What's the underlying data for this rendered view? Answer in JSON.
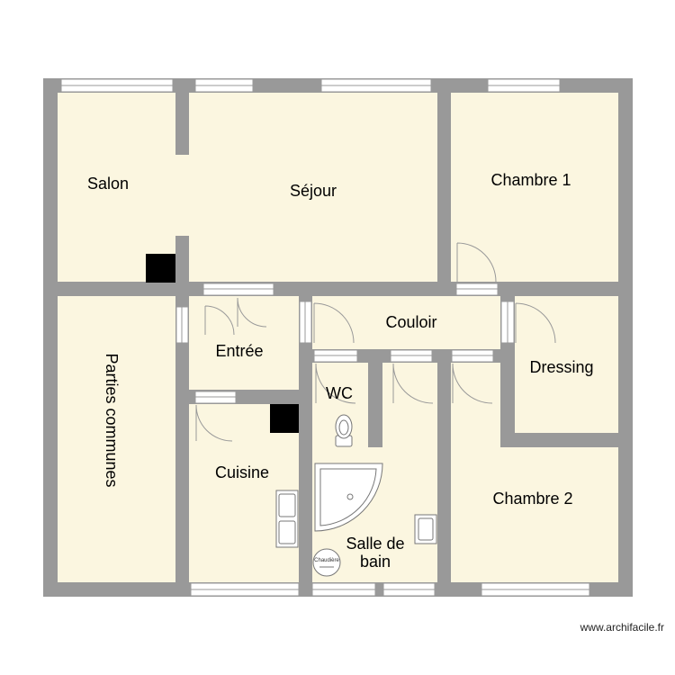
{
  "plan": {
    "rooms": [
      {
        "id": "salon",
        "label": "Salon"
      },
      {
        "id": "sejour",
        "label": "Séjour"
      },
      {
        "id": "chambre1",
        "label": "Chambre 1"
      },
      {
        "id": "parties",
        "label": "Parties communes"
      },
      {
        "id": "entree",
        "label": "Entrée"
      },
      {
        "id": "couloir",
        "label": "Couloir"
      },
      {
        "id": "dressing",
        "label": "Dressing"
      },
      {
        "id": "wc",
        "label": "WC"
      },
      {
        "id": "cuisine",
        "label": "Cuisine"
      },
      {
        "id": "sdb1",
        "label": "Salle de"
      },
      {
        "id": "sdb2",
        "label": "bain"
      },
      {
        "id": "chambre2",
        "label": "Chambre 2"
      }
    ],
    "colors": {
      "floor": "#fbf6e0",
      "wall": "#999999",
      "fixture": "#000000"
    },
    "appliance_label": "Chaudière"
  },
  "watermark": "www.archifacile.fr"
}
